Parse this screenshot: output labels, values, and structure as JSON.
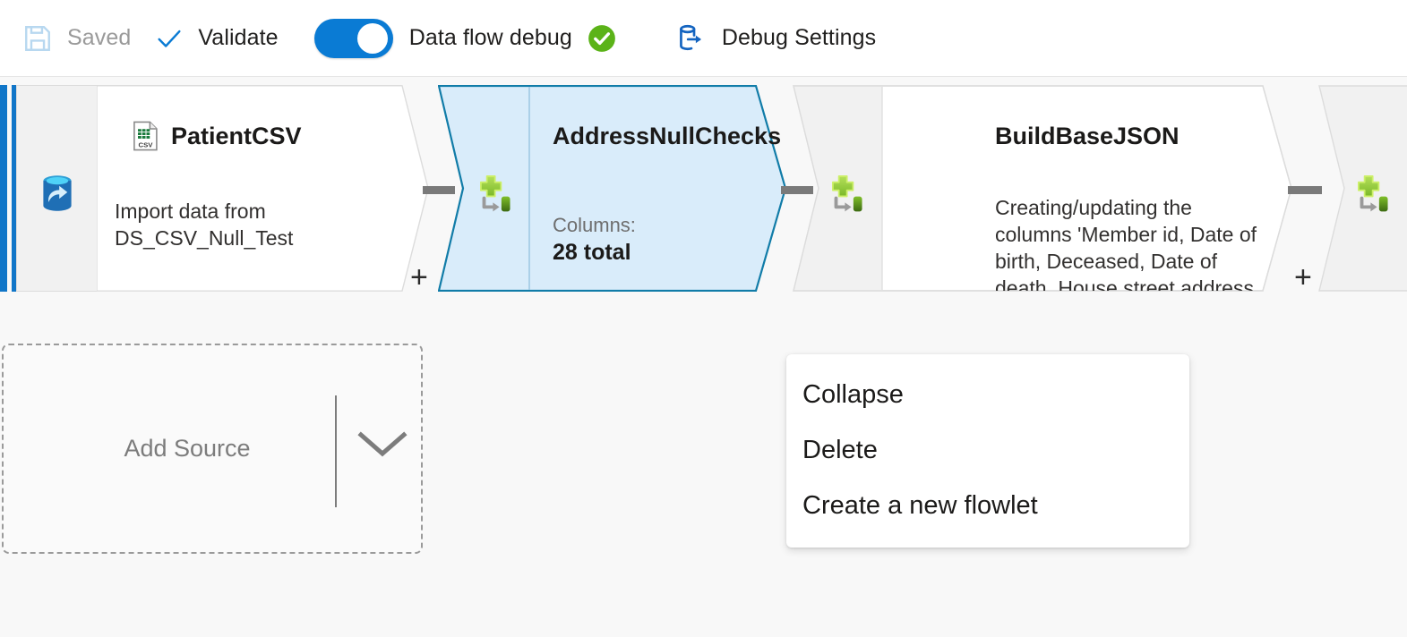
{
  "toolbar": {
    "items": [
      {
        "icon": "save-icon",
        "label": "Saved",
        "state": "disabled"
      },
      {
        "icon": "checkmark-icon",
        "label": "Validate",
        "state": "enabled"
      },
      {
        "icon": "toggle-switch",
        "label": "Data flow debug",
        "state": "on",
        "badge": "green-check-badge"
      },
      {
        "icon": "debug-settings-icon",
        "label": "Debug Settings",
        "state": "enabled"
      }
    ],
    "save_label": "Saved",
    "validate_label": "Validate",
    "dataflow_debug_label": "Data flow debug",
    "debug_settings_label": "Debug Settings",
    "toggle_state": "on"
  },
  "colors": {
    "accent_blue": "#0a7bd4",
    "selected_fill": "#d9ecfa",
    "selected_border": "#117ca8",
    "status_green": "#5bb318",
    "canvas_bg": "#f8f8f8",
    "node_gutter": "#f1f1f1",
    "connector_gray": "#7a7a7a"
  },
  "canvas": {
    "nodes": [
      {
        "id": "PatientCSV",
        "title": "PatientCSV",
        "title_icon": "csv-file-icon",
        "gutter_icon": "source-database-icon",
        "description": "Import data from DS_CSV_Null_Test",
        "selected": false,
        "plus_handle": "+"
      },
      {
        "id": "AddressNullChecks",
        "title": "AddressNullChecks",
        "gutter_icon": "derived-column-icon",
        "meta_label": "Columns:",
        "meta_value": "28 total",
        "selected": true,
        "plus_handle": "+"
      },
      {
        "id": "BuildBaseJSON",
        "title": "BuildBaseJSON",
        "gutter_icon": "derived-column-icon",
        "description": "Creating/updating the columns 'Member id, Date of birth, Deceased, Date of death, House street address,",
        "selected": false,
        "plus_handle": "+"
      },
      {
        "id": "next-node-partial",
        "title": "",
        "gutter_icon": "derived-column-icon",
        "selected": false
      }
    ],
    "add_source": {
      "label": "Add Source",
      "chevron": "chevron-down-icon"
    }
  },
  "context_menu": {
    "items": [
      {
        "label": "Collapse"
      },
      {
        "label": "Delete"
      },
      {
        "label": "Create a new flowlet"
      }
    ]
  }
}
